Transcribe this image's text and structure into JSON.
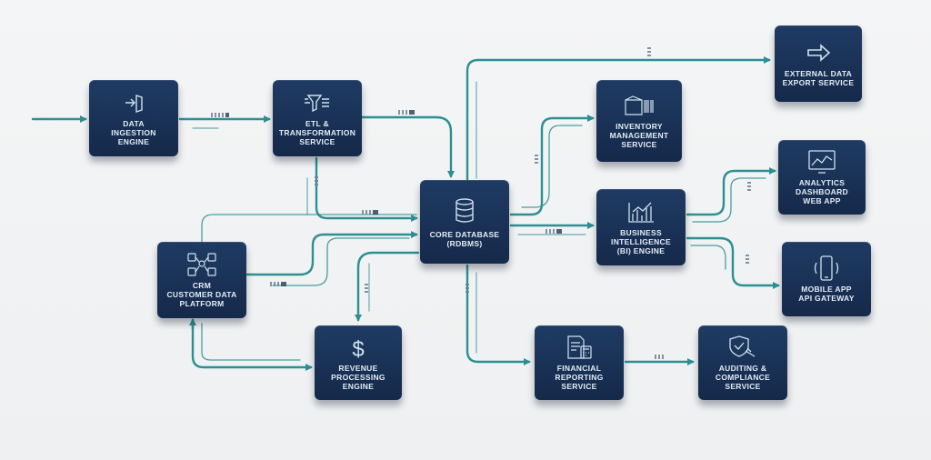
{
  "nodes": {
    "ingestion": {
      "label": "DATA\nINGESTION\nENGINE",
      "icon": "arrow-into-box-icon"
    },
    "etl": {
      "label": "ETL &\nTRANSFORMATION\nSERVICE",
      "icon": "funnel-icon"
    },
    "core_db": {
      "label": "CORE DATABASE\n(RDBMS)",
      "icon": "database-icon"
    },
    "crm": {
      "label": "CRM\nCUSTOMER DATA\nPLATFORM",
      "icon": "people-network-icon"
    },
    "revenue": {
      "label": "REVENUE\nPROCESSING\nENGINE",
      "icon": "dollar-icon"
    },
    "inventory": {
      "label": "INVENTORY\nMANAGEMENT\nSERVICE",
      "icon": "box-barcode-icon"
    },
    "bi": {
      "label": "BUSINESS\nINTELLIGENCE\n(BI) ENGINE",
      "icon": "bar-chart-icon"
    },
    "export": {
      "label": "EXTERNAL DATA\nEXPORT SERVICE",
      "icon": "arrow-right-icon"
    },
    "analytics": {
      "label": "ANALYTICS\nDASHBOARD\nWEB APP",
      "icon": "line-chart-monitor-icon"
    },
    "mobile": {
      "label": "MOBILE APP\nAPI GATEWAY",
      "icon": "smartphone-icon"
    },
    "financial": {
      "label": "FINANCIAL\nREPORTING\nSERVICE",
      "icon": "document-calculator-icon"
    },
    "auditing": {
      "label": "AUDITING &\nCOMPLIANCE\nSERVICE",
      "icon": "shield-gavel-icon"
    }
  },
  "colors": {
    "node": "#1a3256",
    "link": "#2d8f92",
    "text": "#e3ecf5"
  }
}
